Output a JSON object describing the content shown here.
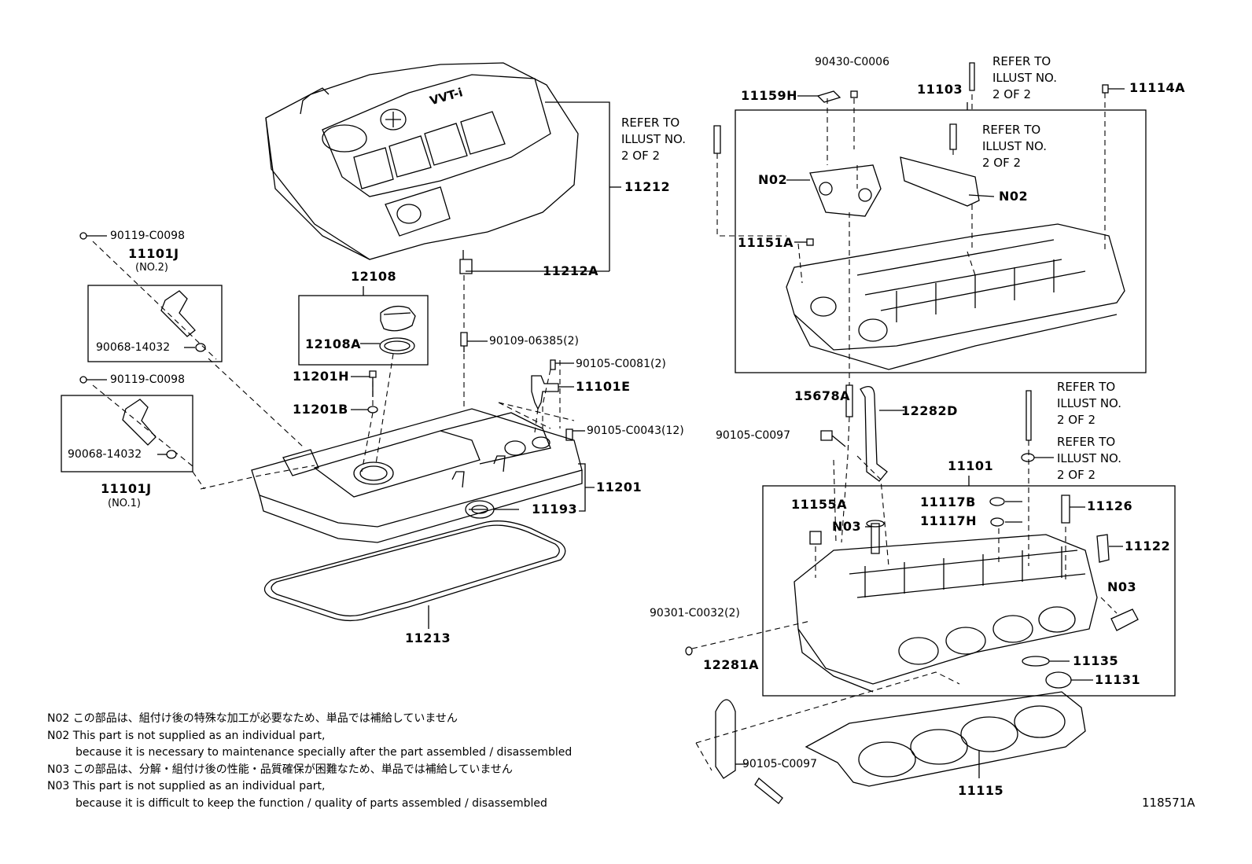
{
  "diagram_id": "118571A",
  "refer_note": [
    "REFER TO",
    "ILLUST NO.",
    "2 OF 2"
  ],
  "parts": {
    "p11212": "11212",
    "p11212A": "11212A",
    "p12108": "12108",
    "p12108A": "12108A",
    "p11201H": "11201H",
    "p11201B": "11201B",
    "p90109": "90109-06385(2)",
    "p90105_0081": "90105-C0081(2)",
    "p11101E": "11101E",
    "p90105_0043": "90105-C0043(12)",
    "p11201": "11201",
    "p11193": "11193",
    "p11213": "11213",
    "p90119a": "90119-C0098",
    "p11101J_2": "11101J",
    "no2": "(NO.2)",
    "p90068a": "90068-14032",
    "p90119b": "90119-C0098",
    "p90068b": "90068-14032",
    "p11101J_1": "11101J",
    "no1": "(NO.1)",
    "p90430": "90430-C0006",
    "p11159H": "11159H",
    "p11103": "11103",
    "p11114A": "11114A",
    "p11151A": "11151A",
    "n02a": "N02",
    "n02b": "N02",
    "p15678A": "15678A",
    "p12282D": "12282D",
    "p90105_0097a": "90105-C0097",
    "p11101": "11101",
    "p11155A": "11155A",
    "n03a": "N03",
    "p11117B": "11117B",
    "p11117H": "11117H",
    "p11126": "11126",
    "p11122": "11122",
    "n03b": "N03",
    "p90301": "90301-C0032(2)",
    "p12281A": "12281A",
    "p11135": "11135",
    "p11131": "11131",
    "p90105_0097b": "90105-C0097",
    "p11115": "11115",
    "vvti": "VVT-i"
  },
  "notes": [
    "N02 この部品は、組付け後の特殊な加工が必要なため、単品では補給していません",
    "N02 This part is not supplied as an individual part,",
    "because it is necessary to maintenance specially after the part assembled / disassembled",
    "N03 この部品は、分解・組付け後の性能・品質確保が困難なため、単品では補給していません",
    "N03 This part is not supplied as an individual part,",
    "because it is difficult to keep the function / quality of parts assembled / disassembled"
  ]
}
